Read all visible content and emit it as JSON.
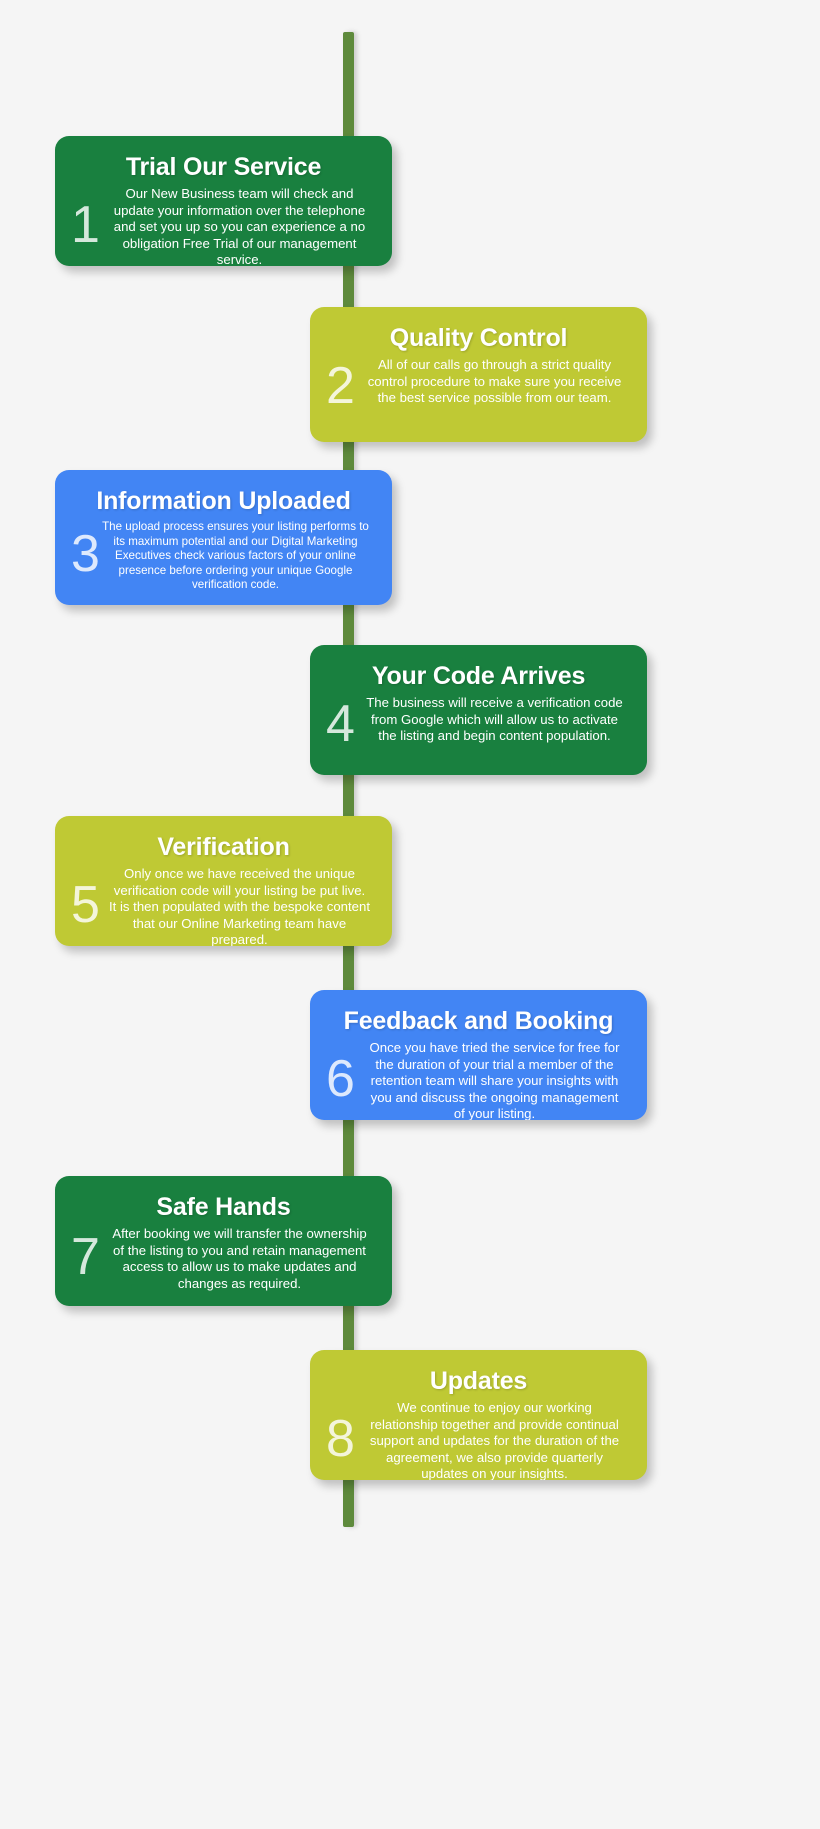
{
  "infographic": {
    "background_color": "#f5f5f5",
    "spine_color": "#5e8a3c",
    "colors": {
      "green": "#19803f",
      "lime": "#bfc934",
      "blue": "#4285f4",
      "text": "#ffffff"
    }
  },
  "steps": [
    {
      "number": "1",
      "title": "Trial Our Service",
      "body": "Our New Business team will check and update your information over the telephone and set you up so you can experience a no obligation Free Trial of our management service.",
      "color": "green",
      "side": "left"
    },
    {
      "number": "2",
      "title": "Quality Control",
      "body": "All of our calls go through a strict quality control procedure to make sure you receive the best service possible from our team.",
      "color": "lime",
      "side": "right"
    },
    {
      "number": "3",
      "title": "Information Uploaded",
      "body": "The upload process ensures your listing performs to its maximum potential and our Digital Marketing Executives check various factors of your online presence before ordering your unique Google verification code.",
      "color": "blue",
      "side": "left"
    },
    {
      "number": "4",
      "title": "Your Code Arrives",
      "body": "The business will receive a verification code from Google which will allow us to activate the listing and begin content population.",
      "color": "green",
      "side": "right"
    },
    {
      "number": "5",
      "title": "Verification",
      "body": "Only once we have received the unique verification code will your listing be put live. It is then populated with the bespoke content that our Online Marketing team have prepared.",
      "color": "lime",
      "side": "left"
    },
    {
      "number": "6",
      "title": "Feedback and Booking",
      "body": "Once you have tried the service for free for the duration of your trial a member of the retention team will share your insights with you and discuss the ongoing management of your listing.",
      "color": "blue",
      "side": "right"
    },
    {
      "number": "7",
      "title": "Safe Hands",
      "body": "After booking we will transfer the ownership of the listing to you and retain management access to allow us to make updates and changes as required.",
      "color": "green",
      "side": "left"
    },
    {
      "number": "8",
      "title": "Updates",
      "body": "We continue to enjoy our working relationship together and provide continual support and updates for the duration of the agreement, we also provide quarterly updates on your insights.",
      "color": "lime",
      "side": "right"
    }
  ]
}
